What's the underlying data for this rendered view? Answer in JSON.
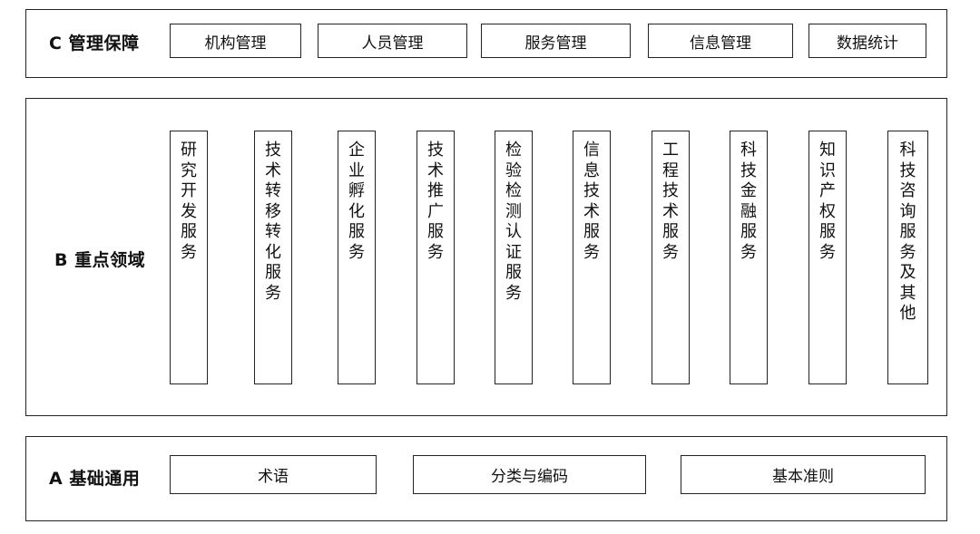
{
  "panel_c": {
    "title": "C 管理保障",
    "items": [
      "机构管理",
      "人员管理",
      "服务管理",
      "信息管理",
      "数据统计"
    ]
  },
  "panel_b": {
    "title": "B 重点领域",
    "items": [
      "研究开发服务",
      "技术转移转化服务",
      "企业孵化服务",
      "技术推广服务",
      "检验检测认证服务",
      "信息技术服务",
      "工程技术服务",
      "科技金融服务",
      "知识产权服务",
      "科技咨询服务及其他"
    ]
  },
  "panel_a": {
    "title": "A 基础通用",
    "items": [
      "术语",
      "分类与编码",
      "基本准则"
    ]
  }
}
